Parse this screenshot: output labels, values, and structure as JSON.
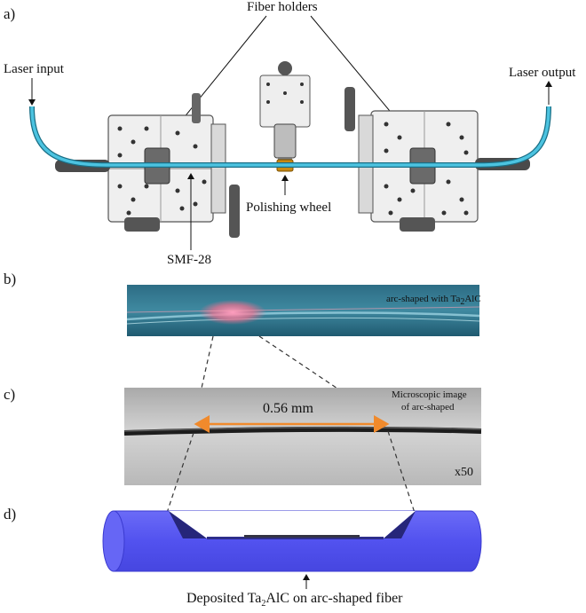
{
  "panels": {
    "a": "a)",
    "b": "b)",
    "c": "c)",
    "d": "d)"
  },
  "panel_a": {
    "fiber_holders": "Fiber holders",
    "laser_input": "Laser input",
    "laser_output": "Laser output",
    "polishing_wheel": "Polishing wheel",
    "smf": "SMF-28"
  },
  "panel_b": {
    "caption_pre": "arc-shaped with Ta",
    "caption_sub": "2",
    "caption_post": "AlC"
  },
  "panel_c": {
    "dimension": "0.56 mm",
    "caption_line1": "Microscopic image",
    "caption_line2": "of arc-shaped",
    "magnification": "x50"
  },
  "panel_d": {
    "caption_pre": "Deposited Ta",
    "caption_sub": "2",
    "caption_post": "AlC on arc-shaped fiber"
  },
  "colors": {
    "fiber": "#4cc3e0",
    "cylinder": "#5c5cf0",
    "arrow_orange": "#f08a2c"
  }
}
